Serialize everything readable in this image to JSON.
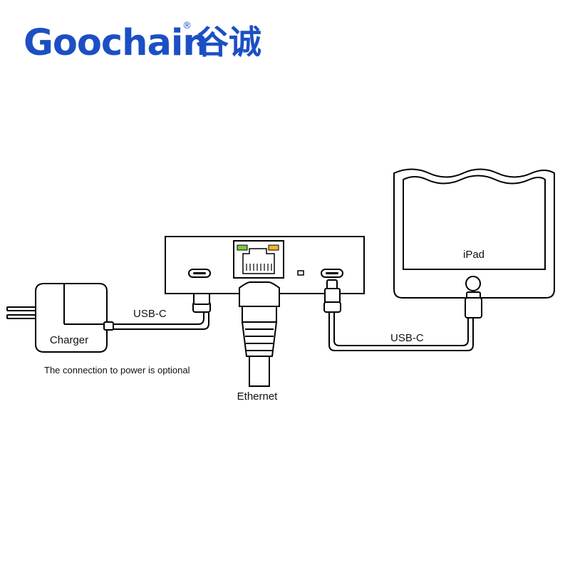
{
  "logo": {
    "brand_name": "Goochain",
    "registered_mark": "®",
    "chinese_name": "谷诚",
    "brand_color": "#1c4fc4"
  },
  "devices": {
    "charger_label": "Charger",
    "ipad_label": "iPad",
    "hub_label": ""
  },
  "cables": {
    "left_cable_label": "USB-C",
    "right_cable_label": "USB-C",
    "ethernet_label": "Ethernet"
  },
  "notes": {
    "power_note": "The connection to power is optional"
  },
  "colors": {
    "outline": "#000000",
    "led_green": "#7ac943",
    "led_orange": "#f7b52c",
    "background": "#ffffff"
  },
  "icons": [
    "usb-c-port-icon",
    "rj45-port-icon",
    "rj45-plug-icon",
    "usb-c-plug-icon",
    "wall-plug-prongs-icon",
    "home-button-icon"
  ]
}
